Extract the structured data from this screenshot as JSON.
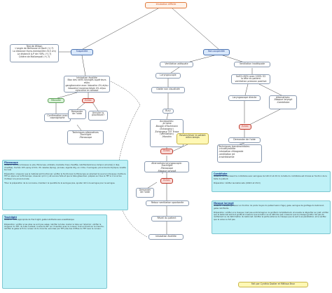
{
  "nodes": {
    "root": "Intubation difficile",
    "suspected": "Suspectée",
    "not_suspected": "Non-suspectée",
    "tests": "Test de Wilson\nL'angle de Belhouse et Doré (+/-?)\nLa distance thyro-mentonière (6.5 cm)\nLa distance A-P de l'ORL (+/-?)\nCritère de Mallampati (+/-?)",
    "awake_intubation": "Intubation éveillée\nBloc des nerfs laryngés supérieurs et/ou\nganglionnaire avec lidocaïne 4% et/ou\nlidocaïne transtrachéale 4% et/ou\nxylocaïne en aérosol",
    "success": "Réussite",
    "failure": "Échec",
    "confirm": "Confirmation avec\ncapnographe",
    "ask_help": "Demander\nde l'aide",
    "cancel": "Annuler la\nprocédure?",
    "alt_techniques": "Techniques alternatives\n-Trachlight\n-Fibroscope",
    "adequate_vent": "Ventilation adéquate",
    "inadequate_vent": "Ventilation inadéquate",
    "laryngoscope": "Laryngoscopie",
    "spo2": "SaO2<90% avec 100% O2\nla tête du patient\nventilation pression positive",
    "glottis": "Glotte non visualisée",
    "direct_laryng": "Laryngoscope directe",
    "alternatives": "Alternatives:\n-Masque laryngé\n-Combitube",
    "bury": "Bury",
    "accessories": "Accessoires:\n-Je tame\n-Bougie d'Eschmann\n(Échangeur)\n-Échangeur TET Frova\n(Ventilation)\n-Mandrin",
    "echec_mid": "Échec",
    "return_patient": "Revenir/lever le patient\nentre-temps",
    "alt_laryngo": "Alternatives laryngoscopie:\n-Trachlight\n-Fibroscope\n-Masque laryngé",
    "ask_help_2": "Demander\nde l'aide",
    "echec_low": "Échec",
    "spont_vent": "Retour ventilation spontanée",
    "wake_patient": "Réveil du patient",
    "awake_intubation_2": "Intubation éveillée",
    "echec_right": "Échec",
    "ask_help_3": "Demander de l'aide",
    "transthoracic": "Techniques transtrachéales:\n-cricothyroïdite\n-intubation rétrograde\n-ventilation jet\n-trachéotomie",
    "credits": "Fait par Cynthia Dodier et Mélissa Brun"
  },
  "notes": {
    "fibroscope": {
      "title": "Fibroscope",
      "text": "Matériel: source lumineuse ou pile, fibroscope, ambiallu, bouteille d'eau chauffée, lubrifiant(silicone), tampon alcoolisé (1 disp. chauffée), trachéo 10% spray et lido. 4% nasales (Spray), pinceau, aiguille 22g, en crime, 3 seringues, pince boucle Olympus, lanette buccale\n\nPréparation: s'assurer que le matériel est fonctionnel; vérifier le fonctionnel du fibroscope en allumant la source lumineuse; mettre le TET en place sur le fibroscope; s'assurer qu'il n'y ait aucune fuite et que le tube glisse bien; prépare sur tous le TET si il lui arrive d'utiliser à la pince buccale.\n\n*Pour la préparation de la curocaine, maintenir la quantité de la seringue plus, ajouter 4ml à la seringue pour le seringue."
    },
    "trachlight": {
      "title": "Trachlight",
      "text": "Matériel: taille appropriée de Trach light, gelée lubrifiante sans anesthésique\n\nPréparation: vérifier si les piles ne sont pas usées; lubrifier le tube; insérer le tube sur l'allumoir; vérifier la longueur du TET, du tube coulissé; courbe de 90° sur l'insertion avec le curseur; tout en tirant sur le manche, lubrifier la gelée le fil du curseur et du manche; sécuriser par TET près des chiffres du TET avec le curseur."
    },
    "combitube": {
      "title": "Combitube",
      "text": "Matériel: kit fournissant le combitube avec seringues de 140 ml et 20 ml, la taille du combitube est choisie en fonction de la taille du patient.\n\nPréparation: Vérifier les ballonnets (100ml et 15ml)"
    },
    "masque": {
      "title": "Masque laryngé",
      "text": "Matériel: masque (grosseur en fonction du poids moyen du patient selon l'âge), gaze, seringue de gonflage du ballonnet, gelée lubrifiante.\n\nPréparation: vérifier si le masque n'est pas endommagé en le gonflant complètement, et ensuite le dégonfler sur plat; vérifier que le ballonnet est tout gonflé et s'assurer que le ballon ne se déforme pas; s'assurer que le masque gonflé n'ait pas de renflement ou de déformation du ballonnet; lubrifier la partie externe du masque que lui sert à sa pénétration; et le vérifier que la valve ne fuit pas."
    }
  }
}
